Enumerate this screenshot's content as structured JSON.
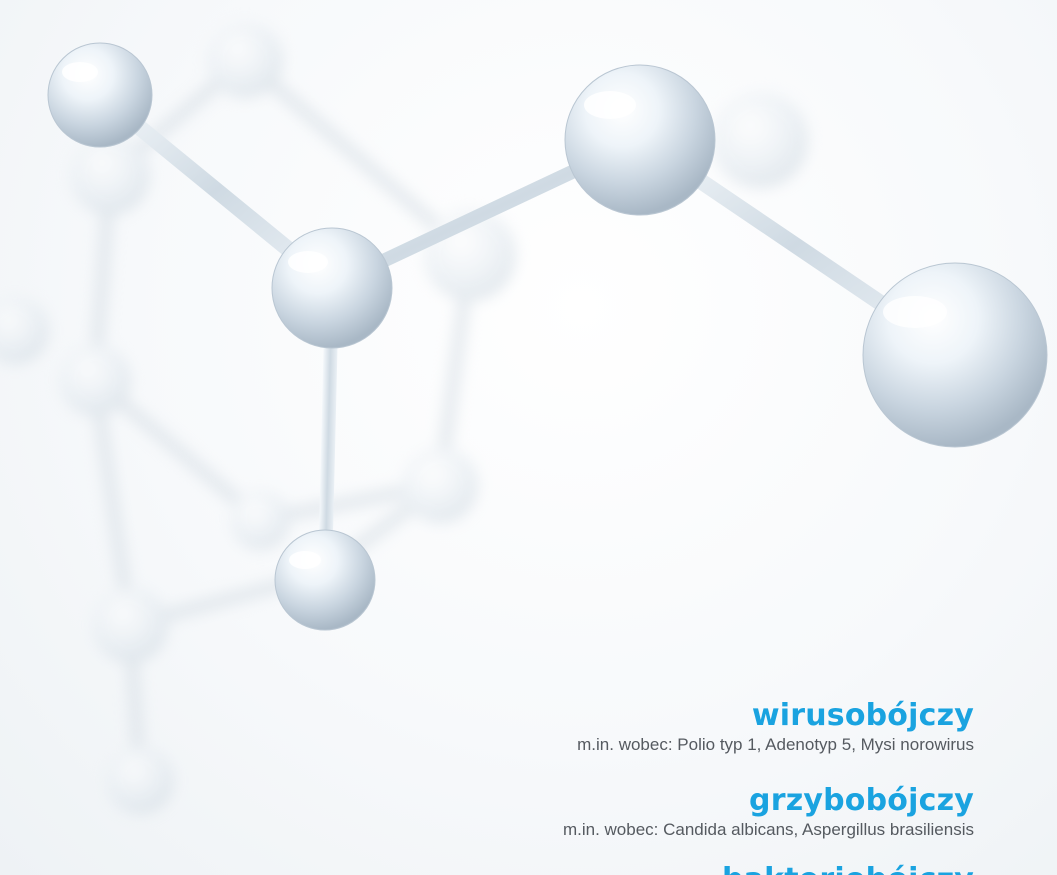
{
  "sections": [
    {
      "heading": "wirusobójczy",
      "description": "m.in. wobec: Polio typ 1, Adenotyp 5, Mysi norowirus"
    },
    {
      "heading": "grzybobójczy",
      "description": "m.in. wobec: Candida albicans, Aspergillus brasiliensis"
    },
    {
      "heading": "bakteriobójczy",
      "description": ""
    }
  ],
  "colors": {
    "heading": "#1aa3e0",
    "description": "#555a60",
    "background": "#ffffff"
  }
}
